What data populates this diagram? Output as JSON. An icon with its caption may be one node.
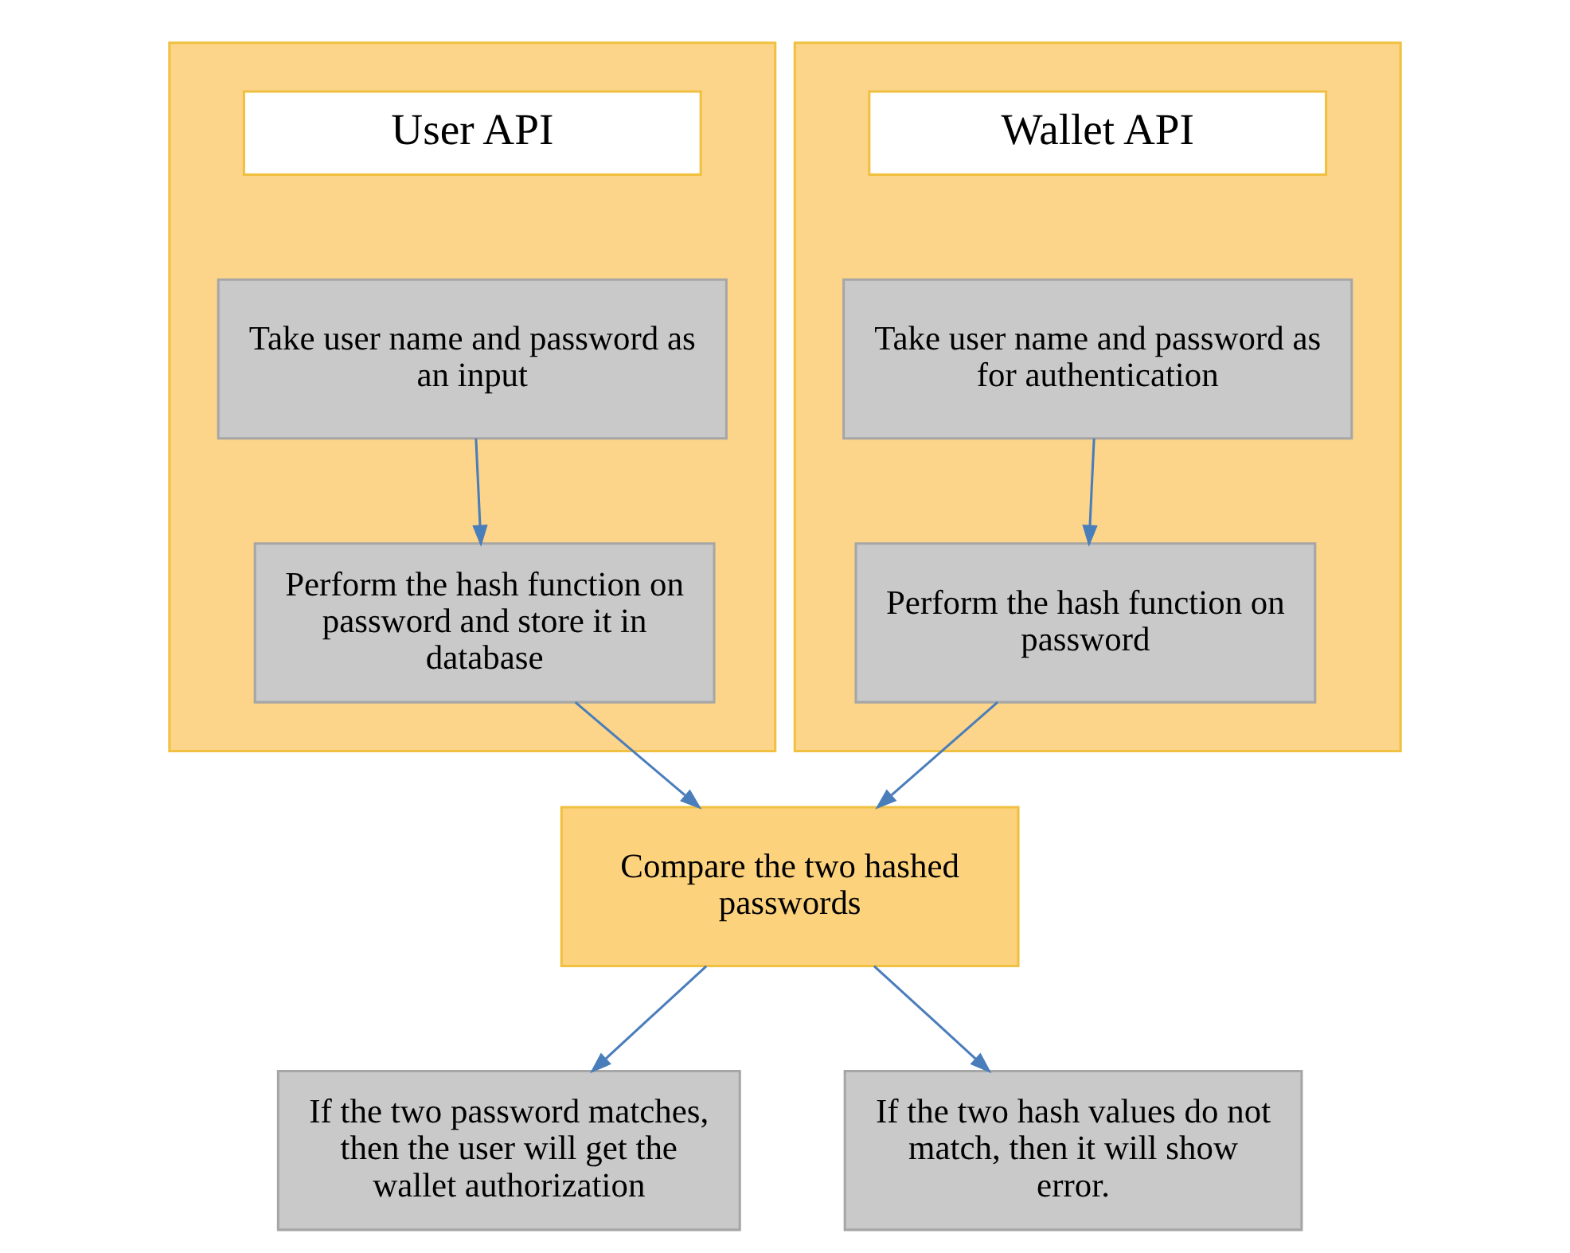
{
  "diagram": {
    "nodes": [
      {
        "text": [],
        "shape": "box"
      },
      {
        "text": [
          "User API"
        ],
        "in": 0
      },
      {
        "text": [
          "Take user name and password as an input"
        ],
        "in": 0
      },
      {
        "text": [
          "Perform the hash function on password and store it in database"
        ],
        "in": 0
      },
      {
        "text": [],
        "shape": "box"
      },
      {
        "text": [
          "Wallet API"
        ],
        "in": 4
      },
      {
        "text": [
          "Take user name and password as for authentication"
        ],
        "in": 4
      },
      {
        "text": [
          "Perform the hash function on password"
        ],
        "in": 4
      },
      {
        "text": [
          "Compare the two hashed passwords"
        ]
      },
      {
        "text": [
          "If the two password matches, then the user will get the wallet authorization"
        ]
      },
      {
        "text": [
          "If the two hash values do not match, then it will show error."
        ]
      }
    ],
    "edges": [
      {
        "from": 2,
        "to": 3,
        "arrow": "to"
      },
      {
        "from": 6,
        "to": 7,
        "arrow": "to"
      },
      {
        "from": 3,
        "to": 8,
        "arrow": "to"
      },
      {
        "from": 7,
        "to": 8,
        "arrow": "to"
      },
      {
        "from": 8,
        "to": 9,
        "arrow": "to"
      },
      {
        "from": 8,
        "to": 10,
        "arrow": "to"
      }
    ]
  }
}
